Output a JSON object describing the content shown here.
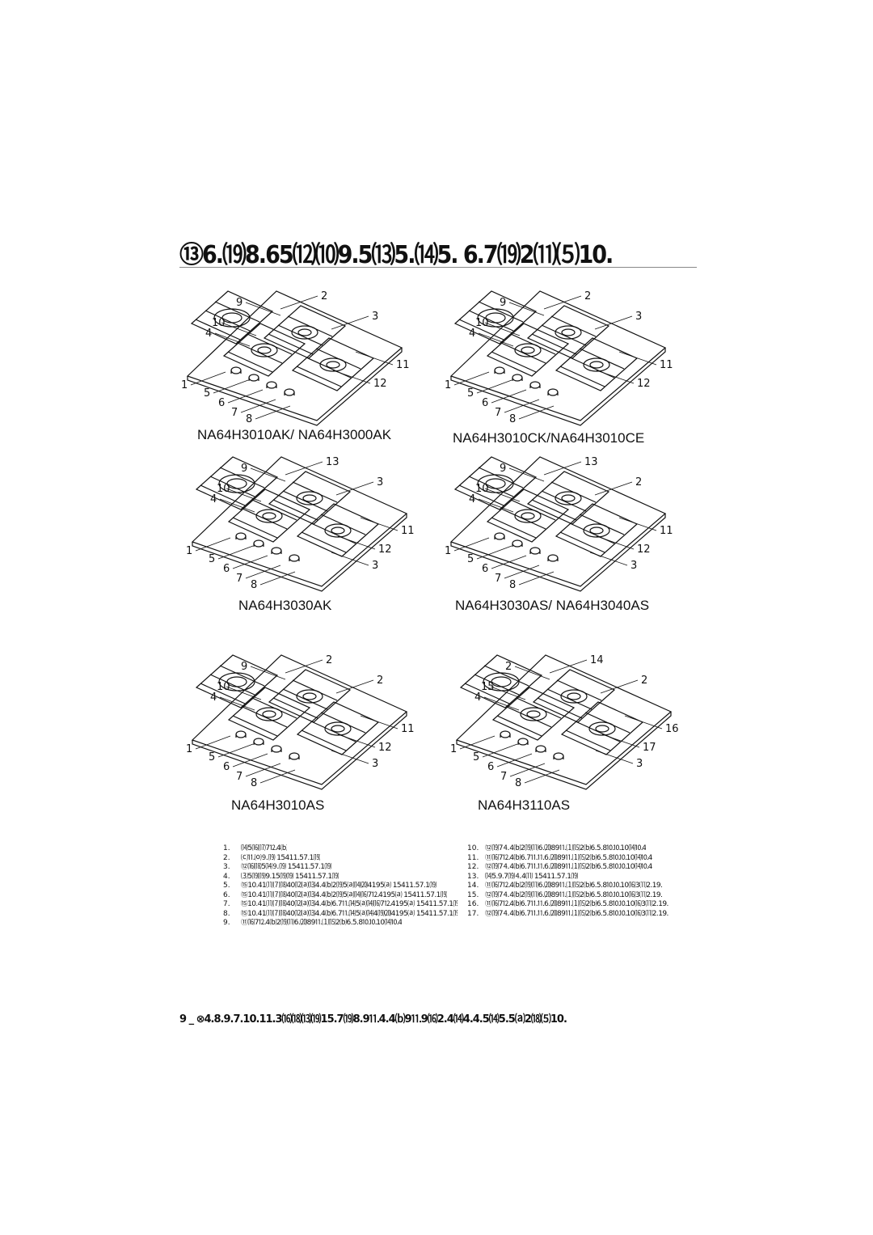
{
  "heading": "⑬6.⒆8.65⑿⑽9.5⒀5.⒁5. 6.7⒆2⑾⑸10.",
  "models": [
    {
      "label": "NA64H3010AK/ NA64H3000AK"
    },
    {
      "label": "NA64H3010CK/NA64H3010CE"
    },
    {
      "label": "NA64H3030AK"
    },
    {
      "label": "NA64H3030AS/ NA64H3040AS"
    },
    {
      "label": "NA64H3010AS"
    },
    {
      "label": "NA64H3110AS"
    }
  ],
  "callouts": {
    "hob1": [
      "9",
      "2",
      "3",
      "10",
      "4",
      "11",
      "12",
      "1",
      "5",
      "6",
      "7",
      "8"
    ],
    "hob2": [
      "9",
      "2",
      "3",
      "10",
      "4",
      "11",
      "12",
      "1",
      "5",
      "6",
      "7",
      "8"
    ],
    "hob3": [
      "9",
      "13",
      "3",
      "10",
      "4",
      "11",
      "12",
      "1",
      "5",
      "6",
      "7",
      "8",
      "3"
    ],
    "hob4": [
      "9",
      "13",
      "2",
      "10",
      "4",
      "11",
      "12",
      "1",
      "5",
      "6",
      "7",
      "8",
      "3"
    ],
    "hob5": [
      "9",
      "2",
      "2",
      "10",
      "4",
      "11",
      "12",
      "1",
      "5",
      "6",
      "7",
      "8",
      "3"
    ],
    "hob6": [
      "2",
      "14",
      "2",
      "15",
      "4",
      "16",
      "17",
      "1",
      "5",
      "6",
      "7",
      "8",
      "3"
    ]
  },
  "legend_left": [
    {
      "num": "1.",
      "text": "⒁5⒃⒄7⒓4⒝"
    },
    {
      "num": "2.",
      "text": "⒞⒒⒪⒐⒆ 15411.57.1⒆"
    },
    {
      "num": "3.",
      "text": "⑫⒃⒅5⒁⒐⒆ 15411.57.1⒆"
    },
    {
      "num": "4.",
      "text": "⑶5⒆⒆9.15⒆⒆ 15411.57.1⒆"
    },
    {
      "num": "5.",
      "text": "⑮10.41⑾⑺⒅40⑿⒜⒀4.4⒝2⒆5⒜⒁⒇4195⒜ 15411.57.1⒆"
    },
    {
      "num": "6.",
      "text": "⑮10.41⑾⑺⒅40⑿⒜⒀4.4⒝2⒆5⒜⒁⒃7⒓4195⒜ 15411.57.1⒆"
    },
    {
      "num": "7.",
      "text": "⑮10.41⑾⑺⒅40⑿⒜⒀4.4⒝6.7⒒⒁5⒜⒁⒃7⒓4195⒜ 15411.57.1⒆"
    },
    {
      "num": "8.",
      "text": "⑮10.41⑾⑺⒅40⑿⒜⒀4.4⒝6.7⒒⒁5⒜⒁4⒆⒇4195⒜ 15411.57.1⒆"
    },
    {
      "num": "9.",
      "text": "⑪⒃7⒓4⒝2⒆⑾6.⒇89⒒⑴⒂2⒝6.5.8⒑⒑10⒁⒑4"
    }
  ],
  "legend_right": [
    {
      "num": "10.",
      "text": "⑫⒆7⒋4⒝2⒆⑾6.⒇89⒒⑴⒂2⒝6.5.8⒑⒑10⒁⒑4"
    },
    {
      "num": "11.",
      "text": "⑪⒃7⒓4⒝6.7⒒⒒6.⒇89⒒⑴⒂2⒝6.5.8⒑⒑10⒁⒑4"
    },
    {
      "num": "12.",
      "text": "⑫⒆7⒋4⒝6.7⒒⒒6.⒇89⒒⑴⒂2⒝6.5.8⒑⒑10⒁⒑4"
    },
    {
      "num": "13.",
      "text": "⒁5.9.7⒆⒋4⑾ 15411.57.1⒆"
    },
    {
      "num": "14.",
      "text": "⑪⒃7⒓4⒝2⒆⑾6.⒇89⒒⑴⒂2⒝6.5.8⒑⒑10⒃3⑾2.19."
    },
    {
      "num": "15.",
      "text": "⑫⒆7⒋4⒝2⒆⑾6.⒇89⒒⑴⒂2⒝6.5.8⒑⒑10⒃3⑾2.19."
    },
    {
      "num": "16.",
      "text": "⑪⒃7⒓4⒝6.7⒒⒒6.⒇89⒒⑴⒂2⒝6.5.8⒑⒑10⒃3⑾2.19."
    },
    {
      "num": "17.",
      "text": "⑫⒆7⒋4⒝6.7⒒⒒6.⒇89⒒⑴⒂2⒝6.5.8⒑⒑10⒃3⑾2.19."
    }
  ],
  "footer": "9 _ ⊗4.8.9.7.10.11.3⒃⒅⒀⒆15.7⒆8.9⒒4.4⒝9⒒9⒃2.4⒁4.4.5⒁5.5⒜2⒅⑸10."
}
